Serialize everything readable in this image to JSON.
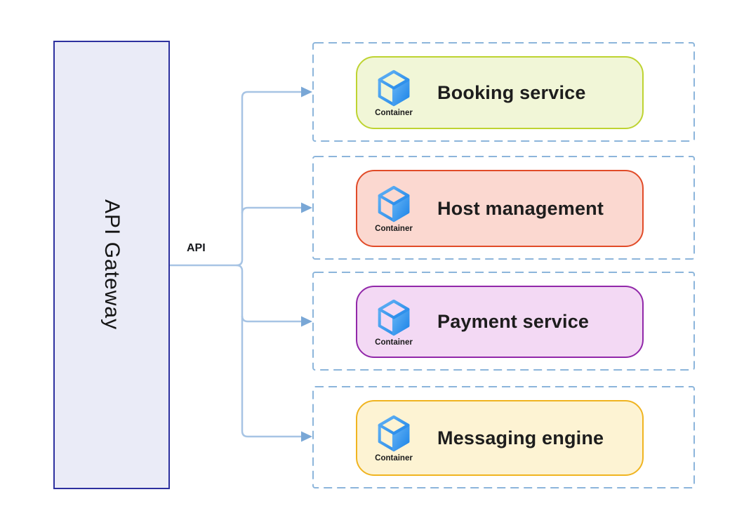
{
  "gateway": {
    "label": "API Gateway"
  },
  "connector": {
    "label": "API"
  },
  "services": [
    {
      "name": "Booking service",
      "type_label": "Container",
      "fill": "#f1f6d7",
      "border": "#bed331"
    },
    {
      "name": "Host management",
      "type_label": "Container",
      "fill": "#fbd8d0",
      "border": "#e14b28"
    },
    {
      "name": "Payment service",
      "type_label": "Container",
      "fill": "#f3d9f4",
      "border": "#9127a9"
    },
    {
      "name": "Messaging engine",
      "type_label": "Container",
      "fill": "#fdf3d3",
      "border": "#f0b420"
    }
  ],
  "colors": {
    "canvas_bg": "#ffffff",
    "gateway_fill": "#eaebf7",
    "gateway_border": "#2d309f",
    "group_dash": "#8cb5db",
    "connector_line": "#a7c4e4",
    "connector_arrow": "#79a7d6",
    "title_text": "#1d1d1d",
    "cube_blue_light": "#66b4f5",
    "cube_blue_dark": "#1e85e8"
  }
}
